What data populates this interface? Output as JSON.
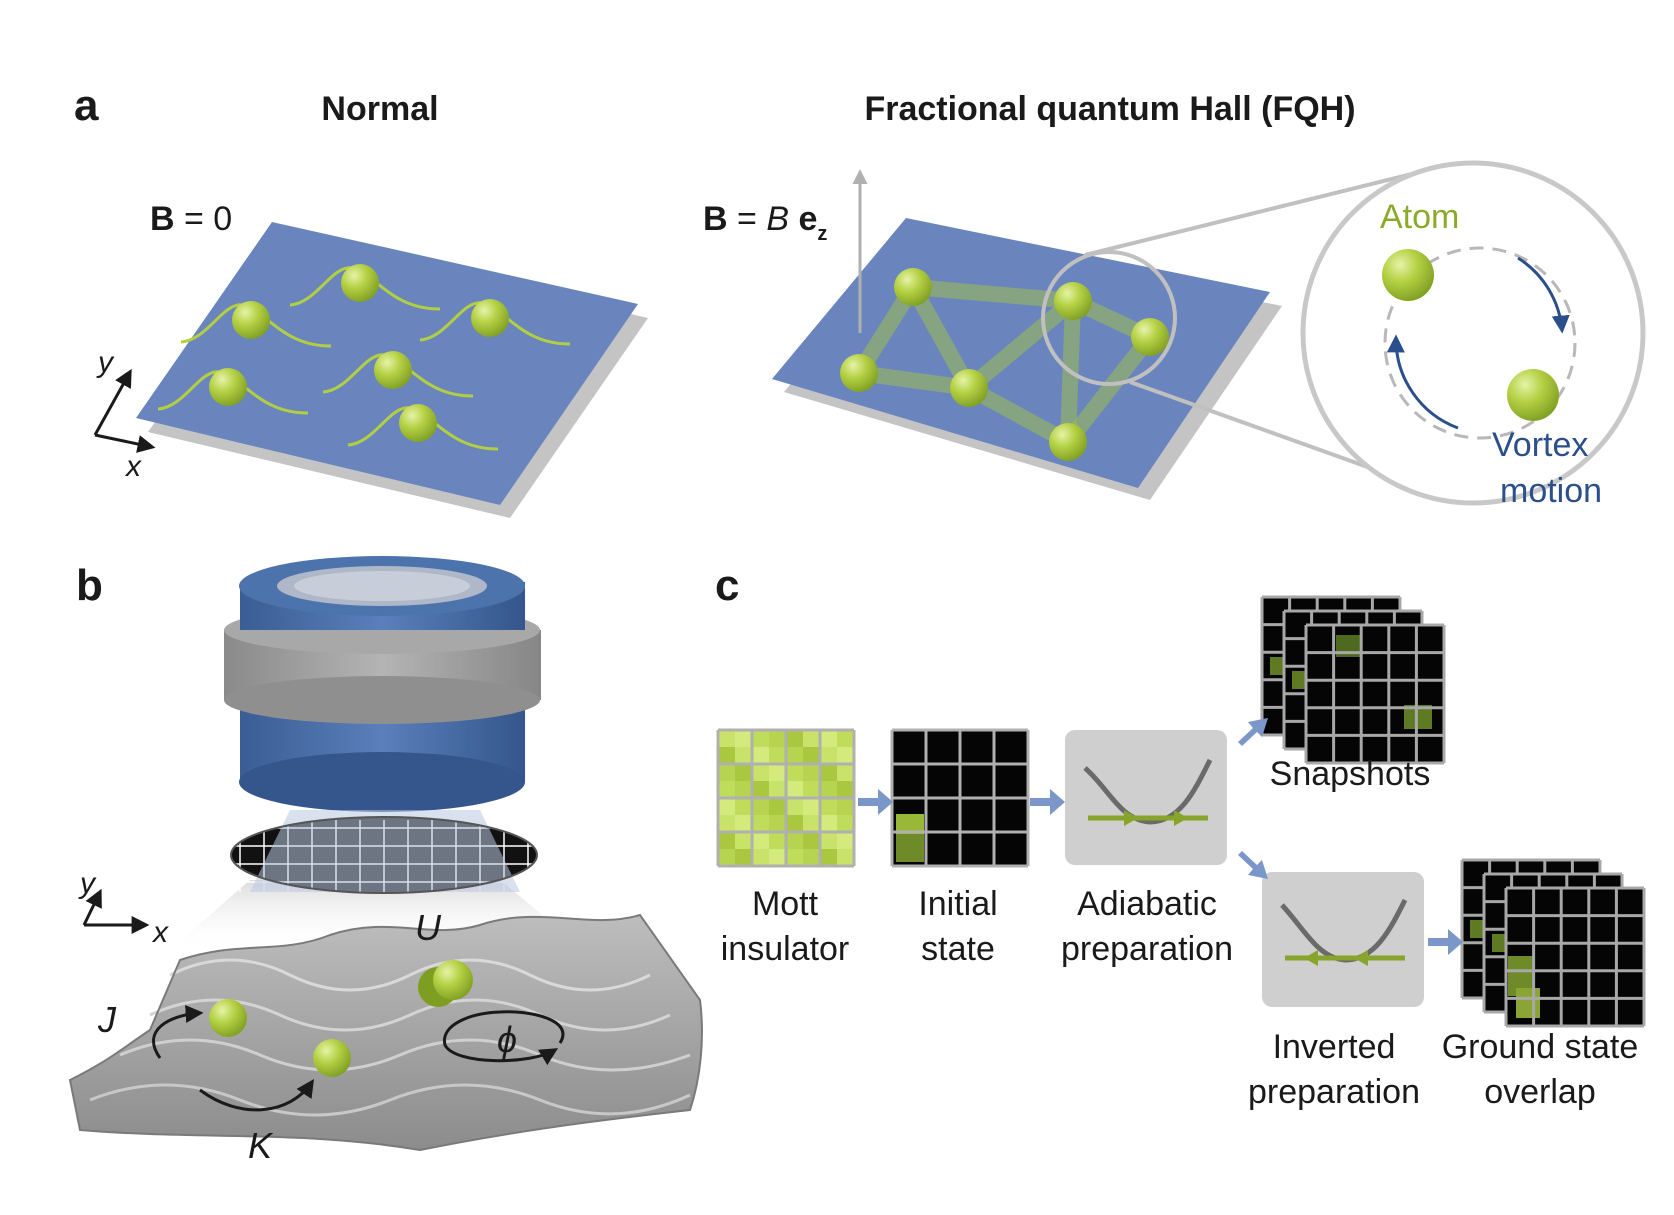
{
  "panel_a": {
    "letter": "a",
    "normal_title": "Normal",
    "fqh_title": "Fractional quantum Hall (FQH)",
    "b_zero_bold": "B",
    "b_zero_rest": " = 0",
    "b_field_bold": "B",
    "b_field_eq": " = ",
    "b_field_italic": "B",
    "b_field_vec": " e",
    "b_field_sub": "z",
    "axis_y": "y",
    "axis_x": "x",
    "atom_label": "Atom",
    "vortex_line1": "Vortex",
    "vortex_line2": "motion"
  },
  "panel_b": {
    "letter": "b",
    "axis_y": "y",
    "axis_x": "x",
    "label_U": "U",
    "label_J": "J",
    "label_K": "K",
    "label_phi": "ϕ"
  },
  "panel_c": {
    "letter": "c",
    "mott_line1": "Mott",
    "mott_line2": "insulator",
    "initial_line1": "Initial",
    "initial_line2": "state",
    "adiabatic_line1": "Adiabatic",
    "adiabatic_line2": "preparation",
    "snapshots": "Snapshots",
    "inverted_line1": "Inverted",
    "inverted_line2": "preparation",
    "overlap_line1": "Ground state",
    "overlap_line2": "overlap"
  },
  "colors": {
    "plane_blue": "#6a85bd",
    "atom_green": "#a8c83a",
    "arrow_blue": "#7b96c8",
    "vortex_blue": "#2a4f8a",
    "objective_blue": "#4a6ea6",
    "objective_gray": "#9a9a9a"
  }
}
